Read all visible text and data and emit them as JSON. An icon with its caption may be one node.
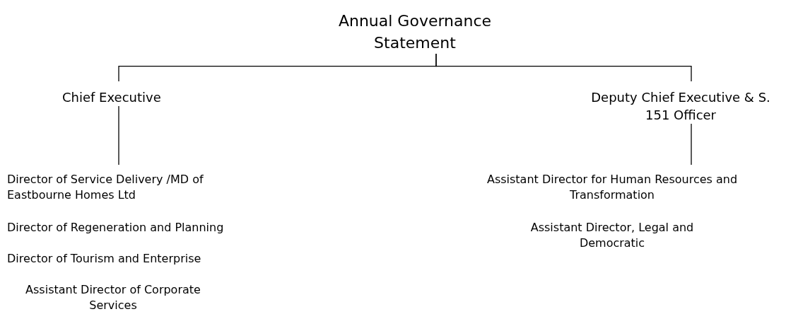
{
  "diagram": {
    "nodes": [
      {
        "text": [
          "Annual Governance Statement"
        ]
      },
      {
        "text": [
          "Chief Executive"
        ]
      },
      {
        "text": [
          "Deputy Chief Executive & S. 151 Officer"
        ]
      },
      {
        "text": [
          "Director of Service Delivery /MD of Eastbourne Homes Ltd"
        ]
      },
      {
        "text": [
          "Director of Regeneration and Planning"
        ]
      },
      {
        "text": [
          "Director of Tourism and Enterprise"
        ]
      },
      {
        "text": [
          "Assistant Director of Corporate Services"
        ]
      },
      {
        "text": [
          "Assistant Director for Human Resources and Transformation"
        ]
      },
      {
        "text": [
          "Assistant Director, Legal and Democratic"
        ]
      }
    ],
    "edges": [
      {
        "from": 0,
        "to": 1,
        "arrow": "none"
      },
      {
        "from": 0,
        "to": 2,
        "arrow": "none"
      },
      {
        "from": 1,
        "to": 3,
        "arrow": "none"
      },
      {
        "from": 2,
        "to": 7,
        "arrow": "none"
      }
    ]
  }
}
